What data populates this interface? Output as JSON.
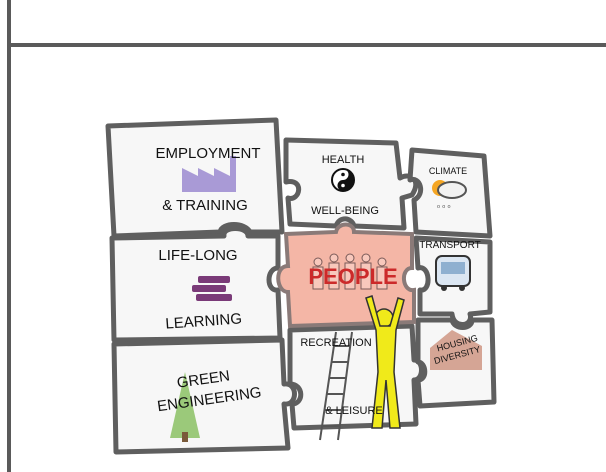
{
  "pieces": {
    "employment": {
      "line1": "EMPLOYMENT",
      "line2": "& TRAINING"
    },
    "health": {
      "line1": "HEALTH",
      "line2": "WELL-BEING"
    },
    "climate": {
      "label": "CLIMATE"
    },
    "learning": {
      "line1": "LIFE-LONG",
      "line2": "LEARNING"
    },
    "people": {
      "label": "PEOPLE"
    },
    "transport": {
      "label": "TRANSPORT"
    },
    "green": {
      "line1": "GREEN",
      "line2": "ENGINEERING"
    },
    "recreation": {
      "line1": "RECREATION",
      "line2": "& LEISURE"
    },
    "housing": {
      "line1": "HOUSING",
      "line2": "DIVERSITY"
    }
  },
  "colors": {
    "piece_fill": "#f7f7f7",
    "piece_stroke": "#5f5f5f",
    "people_fill": "#f4b6a6",
    "people_text": "#cc2a2a",
    "figure_fill": "#f0ea1a",
    "factory": "#a99ad6",
    "books": "#7a3a78",
    "tree": "#9bc97a",
    "house": "#c98a74"
  },
  "icons": [
    "factory-icon",
    "yin-yang-icon",
    "sun-cloud-icon",
    "books-icon",
    "people-group-icon",
    "bus-icon",
    "tree-icon",
    "ladder-icon",
    "house-icon",
    "person-icon"
  ]
}
